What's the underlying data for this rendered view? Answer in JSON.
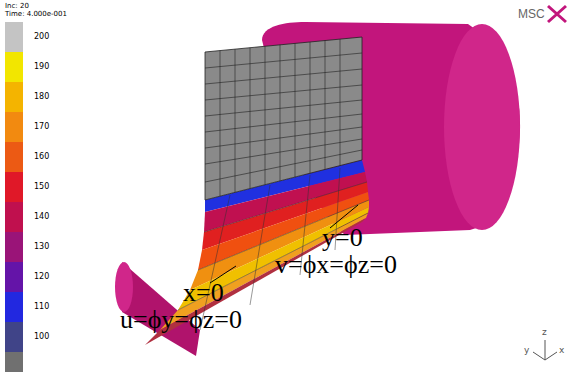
{
  "diagram": {
    "labels": [
      "Inc: 20",
      "Time: 4.000e-001",
      "MSC",
      "y=0",
      "v=ϕx=ϕz=0",
      "x=0",
      "u=ϕy=ϕz=0",
      "z",
      "y",
      "x"
    ],
    "legend": [
      {
        "text": "200",
        "color": "#c4c4c4"
      },
      {
        "text": "190",
        "color": "#f2e600"
      },
      {
        "text": "180",
        "color": "#f4b400"
      },
      {
        "text": "170",
        "color": "#f28a10"
      },
      {
        "text": "160",
        "color": "#ec5a14"
      },
      {
        "text": "150",
        "color": "#e01828"
      },
      {
        "text": "140",
        "color": "#c0104e"
      },
      {
        "text": "130",
        "color": "#9a1478"
      },
      {
        "text": "120",
        "color": "#6414a8"
      },
      {
        "text": "110",
        "color": "#2228e0"
      },
      {
        "text": "100",
        "color": "#404488"
      }
    ]
  }
}
